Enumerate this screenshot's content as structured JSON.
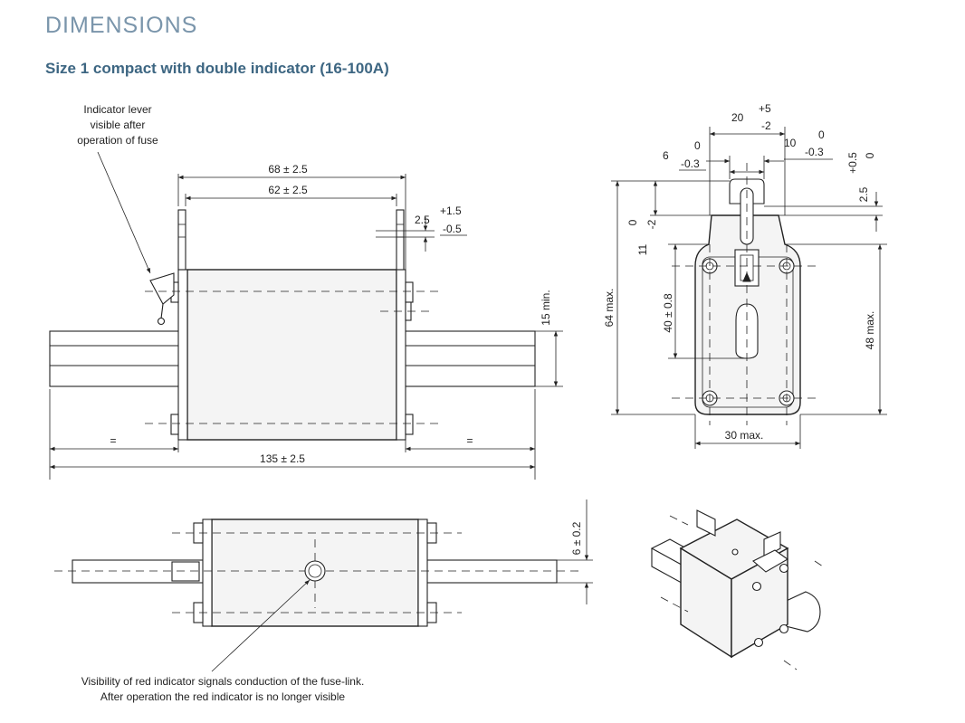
{
  "heading": "DIMENSIONS",
  "subheading": "Size 1 compact with double indicator (16-100A)",
  "front_view": {
    "callout_lever": [
      "Indicator lever",
      "visible after",
      "operation of fuse"
    ],
    "dim_overall_top": "68 ± 2.5",
    "dim_inner_top": "62 ± 2.5",
    "dim_contact_offset": "2.5",
    "dim_tol_plus": "+1.5",
    "dim_tol_minus": "-0.5",
    "dim_blade_min": "15 min.",
    "dim_equal_left": "=",
    "dim_equal_right": "=",
    "dim_overall_length": "135 ± 2.5"
  },
  "side_view": {
    "dim_width_20": "20",
    "dim_tol_plus5": "+5",
    "dim_tol_minus2": "-2",
    "dim_6": "6",
    "dim_0_a": "0",
    "dim_minus03_a": "-0.3",
    "dim_10": "10",
    "dim_0_b": "0",
    "dim_minus03_b": "-0.3",
    "dim_plus05": "+0.5",
    "dim_0_c": "0",
    "dim_25": "2.5",
    "dim_0_d": "0",
    "dim_11": "11",
    "dim_minus2": "-2",
    "dim_64max": "64 max.",
    "dim_40": "40 ± 0.8",
    "dim_48max": "48 max.",
    "dim_30max": "30 max."
  },
  "top_view": {
    "dim_6_02": "6 ± 0.2",
    "callout_indicator": [
      "Visibility of red indicator signals conduction of the fuse-link.",
      "After operation the red indicator is no longer visible"
    ]
  }
}
